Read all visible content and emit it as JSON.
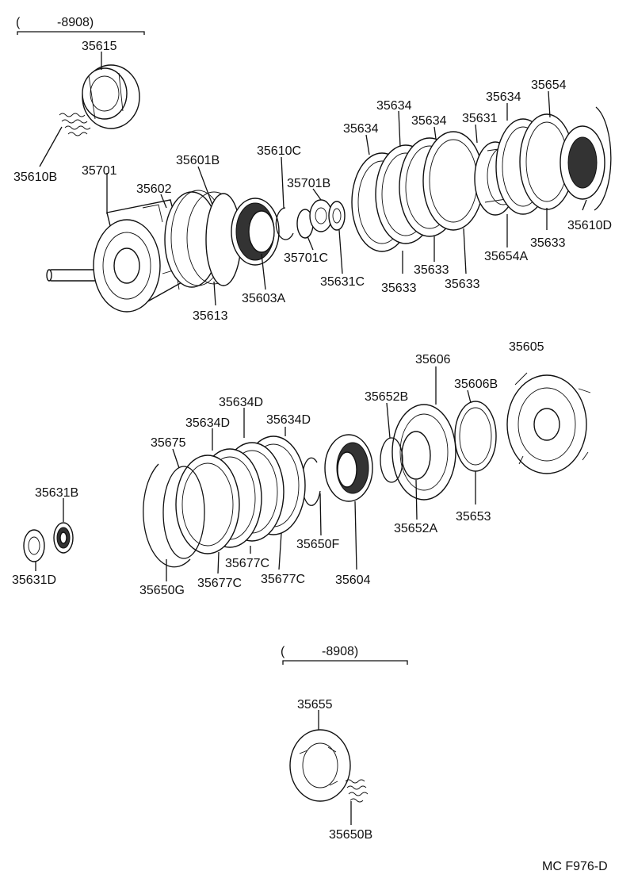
{
  "date_notes": {
    "top_open": "(",
    "top_code": "-8908)",
    "bottom_open": "(",
    "bottom_code": "-8908)"
  },
  "parts": {
    "p35615": "35615",
    "p35610B": "35610B",
    "p35701": "35701",
    "p35602": "35602",
    "p35601B": "35601B",
    "p35610C": "35610C",
    "p35701B": "35701B",
    "p35701C": "35701C",
    "p35603A": "35603A",
    "p35613": "35613",
    "p35631C": "35631C",
    "p35634_a": "35634",
    "p35634_b": "35634",
    "p35634_c": "35634",
    "p35634_d": "35634",
    "p35631": "35631",
    "p35654": "35654",
    "p35654A": "35654A",
    "p35610D": "35610D",
    "p35633_a": "35633",
    "p35633_b": "35633",
    "p35633_c": "35633",
    "p35633_d": "35633",
    "p35606": "35606",
    "p35605": "35605",
    "p35606B": "35606B",
    "p35652B": "35652B",
    "p35652A": "35652A",
    "p35653": "35653",
    "p35634D_a": "35634D",
    "p35634D_b": "35634D",
    "p35634D_c": "35634D",
    "p35675": "35675",
    "p35631B": "35631B",
    "p35631D": "35631D",
    "p35650G": "35650G",
    "p35677C_a": "35677C",
    "p35677C_b": "35677C",
    "p35677C_c": "35677C",
    "p35650F": "35650F",
    "p35604": "35604",
    "p35655": "35655",
    "p35650B": "35650B"
  },
  "figure_code": "MC F976-D"
}
